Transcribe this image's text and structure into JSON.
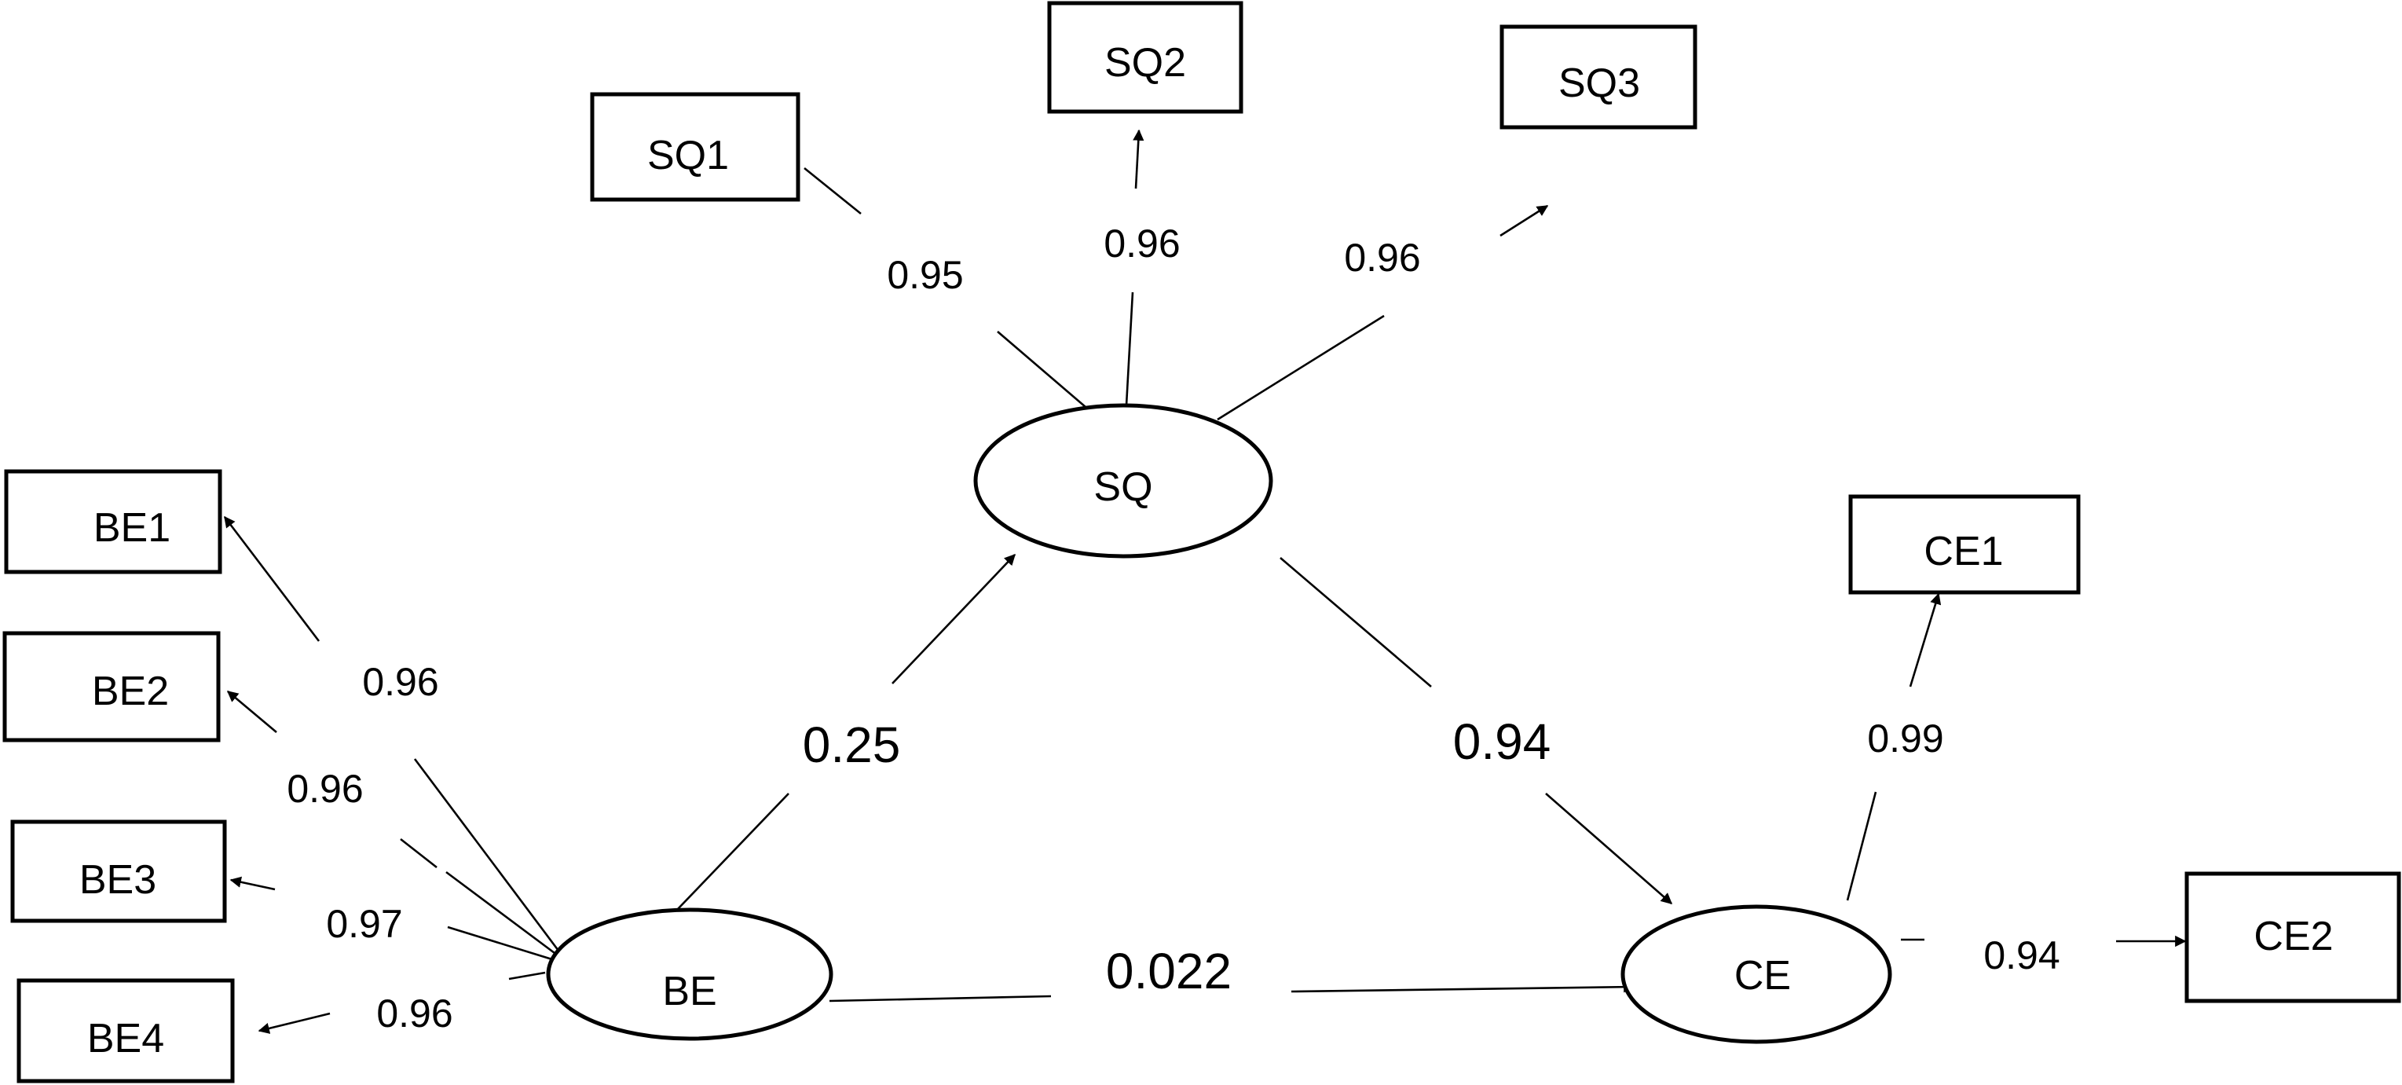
{
  "latent": {
    "sq": "SQ",
    "be": "BE",
    "ce": "CE"
  },
  "indicators": {
    "sq1": "SQ1",
    "sq2": "SQ2",
    "sq3": "SQ3",
    "be1": "BE1",
    "be2": "BE2",
    "be3": "BE3",
    "be4": "BE4",
    "ce1": "CE1",
    "ce2": "CE2"
  },
  "loadings": {
    "sq1": "0.95",
    "sq2": "0.96",
    "sq3": "0.96",
    "be1": "0.96",
    "be2": "0.96",
    "be3": "0.97",
    "be4": "0.96",
    "ce1": "0.99",
    "ce2": "0.94"
  },
  "paths": {
    "be_sq": "0.25",
    "sq_ce": "0.94",
    "be_ce": "0.022"
  }
}
